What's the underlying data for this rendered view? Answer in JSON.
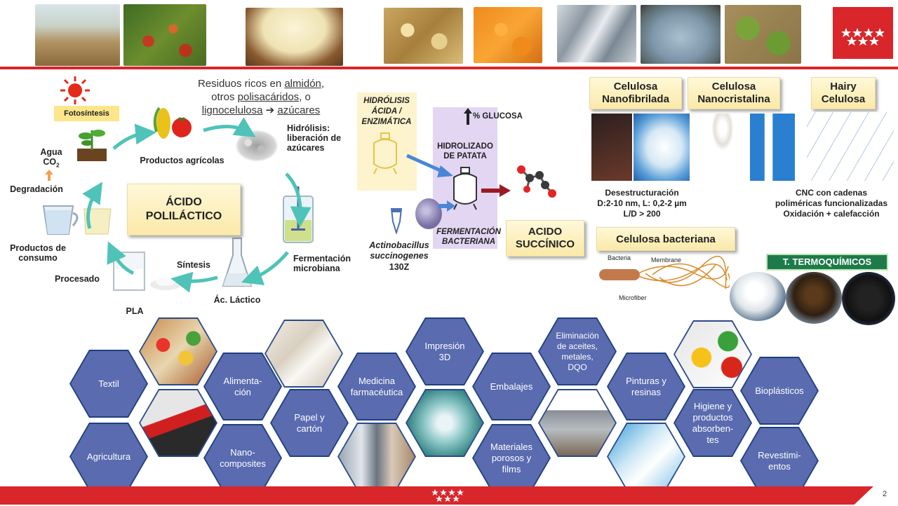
{
  "colors": {
    "brand_red": "#d8262b",
    "hex_fill": "#5a6bb0",
    "hex_border": "#1f3f7f",
    "label_bg": "#fbe9a8",
    "green_label": "#1e7a4a"
  },
  "intro": {
    "line1_pre": "Residuos ricos en ",
    "line1_link": "almidón",
    "line1_post": ",",
    "line2_pre": "otros ",
    "line2_link": "polisacáridos",
    "line2_post": ", o",
    "line3_link": "lignocelulosa",
    "line3_arrow": "➔",
    "line3_link2": "azúcares"
  },
  "cycle": {
    "fotosintesis": "Fotosíntesis",
    "productos_agricolas": "Productos agrícolas",
    "hidrolisis": "Hidrólisis:\nliberación de\nazúcares",
    "fermentacion": "Fermentación\nmicrobiana",
    "acido_lactico": "Ác. Láctico",
    "sintesis": "Síntesis",
    "pla": "PLA",
    "procesado": "Procesado",
    "productos_consumo": "Productos de\nconsumo",
    "degradacion": "Degradación",
    "agua": "Agua",
    "co2": "CO",
    "co2_sub": "2",
    "center_label": "ÁCIDO\nPOLILÁCTICO"
  },
  "succinic": {
    "hidrolisis": "HIDRÓLISIS\nÁCIDA /\nENZIMÁTICA",
    "glucosa": "% GLUCOSA",
    "hidrolizado": "HIDROLIZADO\nDE PATATA",
    "fermentacion": "FERMENTACIÓN\nBACTERIANA",
    "organism": "Actinobacillus\nsuccinogenes",
    "strain": "130Z",
    "label": "ACIDO\nSUCCÍNICO"
  },
  "cellulose": {
    "nanofibrilada": "Celulosa\nNanofibrilada",
    "nanocristalina": "Celulosa\nNanocristalina",
    "hairy": "Hairy\nCelulosa",
    "desc1": "Desestructuración\nD:2-10 nm, L: 0,2-2 µm\nL/D > 200",
    "desc2": "CNC con cadenas\npoliméricas funcionalizadas\nOxidación + calefacción",
    "bacteriana": "Celulosa bacteriana",
    "bacteria": "Bacteria",
    "membrane": "Membrane",
    "microfiber": "Microfiber",
    "termoquimicos": "T. TERMOQUÍMICOS"
  },
  "hexes": [
    "Textil",
    "Agricultura",
    "Alimenta-\nción",
    "Nano-\ncomposites",
    "Papel y\ncartón",
    "Medicina\nfarmacéutica",
    "Impresión\n3D",
    "Embalajes",
    "Materiales\nporosos y\nfilms",
    "Eliminación\nde aceites,\nmetales,\nDQO",
    "Pinturas y\nresinas",
    "Higiene y\nproductos\nabsorben-\ntes",
    "Bioplásticos",
    "Revestimi-\nentos"
  ],
  "page_number": "2"
}
